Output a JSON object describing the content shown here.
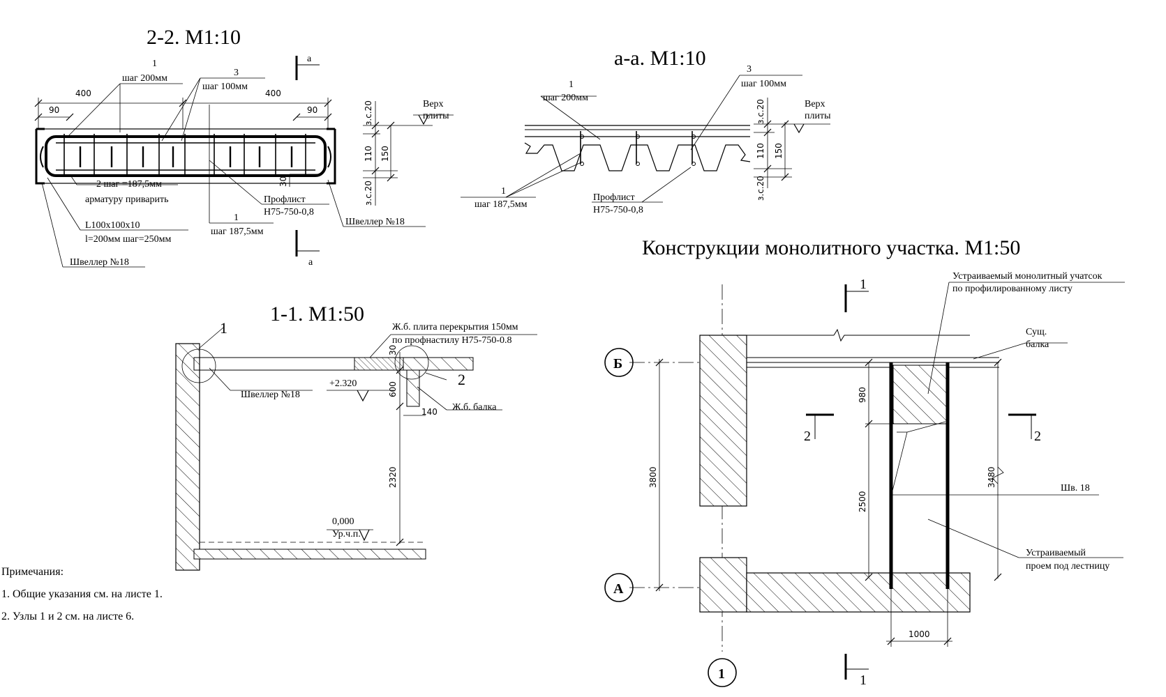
{
  "titles": {
    "section_22": "2-2. М1:10",
    "section_aa": "а-а. М1:10",
    "section_11": "1-1. М1:50",
    "plan": "Конструкции монолитного участка. М1:50"
  },
  "section_22": {
    "cut_mark": "а",
    "dims": {
      "d400_left": "400",
      "d400_right": "400",
      "d90_left": "90",
      "d90_right": "90",
      "d110": "110",
      "d150": "150",
      "d30": "30",
      "zs20_top": "з.с.20",
      "zs20_bottom": "з.с.20"
    },
    "callouts": {
      "pos1_num": "1",
      "pos1_step": "шаг 200мм",
      "pos3_num": "3",
      "pos3_step": "шаг 100мм",
      "pos2_step": "2 шаг =187,5мм",
      "weld": "арматуру приварить",
      "angle": "L100х100х10",
      "angle_step": "l=200мм шаг=250мм",
      "channel_left": "Швеллер №18",
      "pos1b_num": "1",
      "pos1b_step": "шаг 187,5мм",
      "profile_top": "Профлист",
      "profile_bottom": "Н75-750-0,8",
      "channel_right": "Швеллер №18",
      "slab_top_1": "Верх",
      "slab_top_2": "плиты"
    }
  },
  "section_aa": {
    "pos1_num": "1",
    "pos1_step": "шаг 200мм",
    "pos3_num": "3",
    "pos3_step": "шаг 100мм",
    "pos1b_num": "1",
    "pos1b_step": "шаг 187,5мм",
    "profile_top": "Профлист",
    "profile_bottom": "Н75-750-0,8",
    "slab_top_1": "Верх",
    "slab_top_2": "плиты",
    "zs20_top": "з.с.20",
    "zs20_bottom": "з.с.20",
    "d110": "110",
    "d150": "150"
  },
  "section_11": {
    "node1": "1",
    "node2": "2",
    "slab_1": "Ж.б. плита перекрытия 150мм",
    "slab_2": "по профнастилу Н75-750-0.8",
    "channel": "Швеллер №18",
    "beam": "Ж.б. балка",
    "elev_top": "+2.320",
    "elev_zero": "0,000",
    "floor_level": "Ур.ч.п.",
    "d30": "30",
    "d600": "600",
    "d140": "140",
    "d2320": "2320"
  },
  "plan": {
    "axis_b": "Б",
    "axis_a": "А",
    "axis_1": "1",
    "cut1_top": "1",
    "cut1_bottom": "1",
    "cut2_left": "2",
    "cut2_right": "2",
    "mono_1": "Устраиваемый монолитный учатсок",
    "mono_2": "по профилированному листу",
    "beam_1": "Сущ.",
    "beam_2": "балка",
    "channel": "Шв. 18",
    "opening_1": "Устраиваемый",
    "opening_2": "проем под лестницу",
    "d3800": "3800",
    "d980": "980",
    "d2500": "2500",
    "d3480": "3480",
    "d1000": "1000"
  },
  "notes": {
    "header": "Примечания:",
    "n1": "1. Общие указания см. на листе 1.",
    "n2": "2. Узлы 1 и 2 см. на листе 6."
  }
}
